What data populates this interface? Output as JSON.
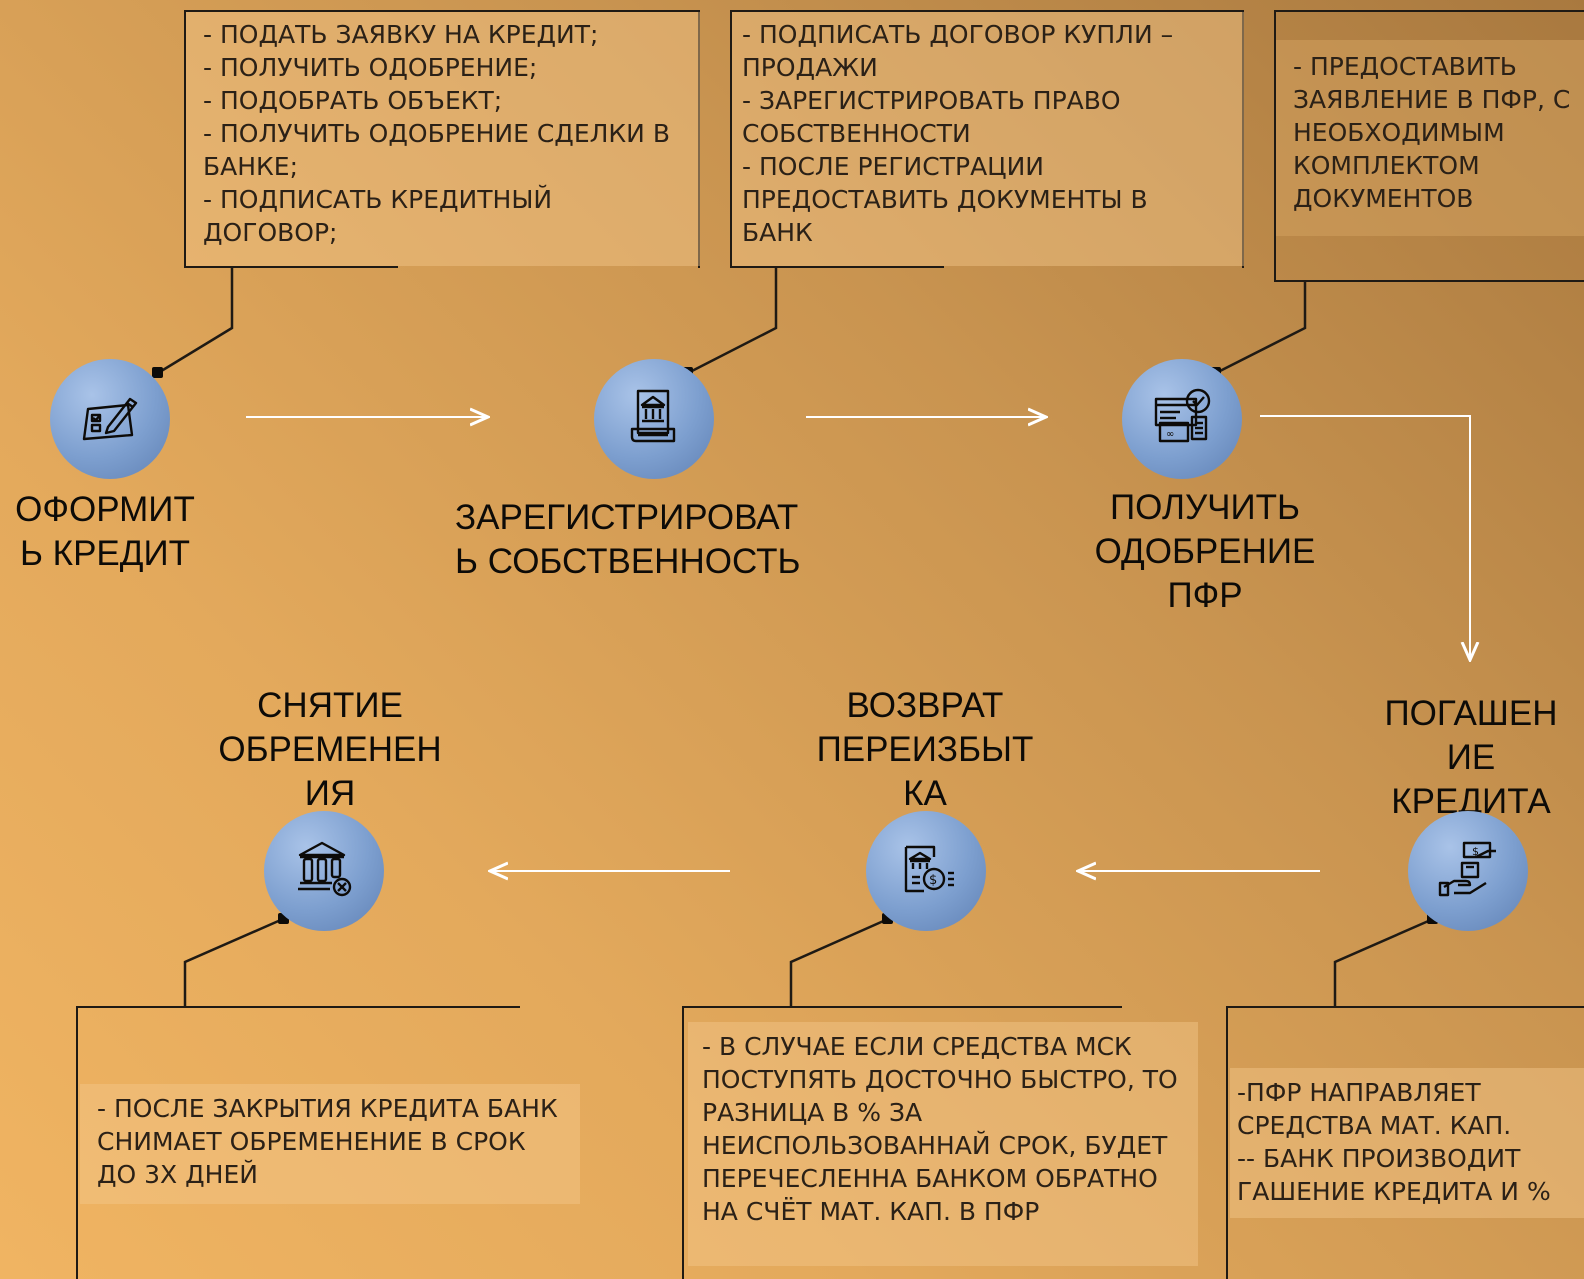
{
  "steps": [
    {
      "title": "ОФОРМИТ\nЬ КРЕДИТ",
      "icon": "application-form-icon",
      "note": "- ПОДАТЬ ЗАЯВКУ НА КРЕДИТ;\n- ПОЛУЧИТЬ ОДОБРЕНИЕ;\n- ПОДОБРАТЬ ОБЪЕКТ;\n- ПОЛУЧИТЬ ОДОБРЕНИЕ СДЕЛКИ В БАНКЕ;\n- ПОДПИСАТЬ КРЕДИТНЫЙ ДОГОВОР;"
    },
    {
      "title": "ЗАРЕГИСТРИРОВАТ\nЬ СОБСТВЕННОСТЬ",
      "icon": "bank-document-icon",
      "note": "- ПОДПИСАТЬ ДОГОВОР КУПЛИ – ПРОДАЖИ\n- ЗАРЕГИСТРИРОВАТЬ ПРАВО СОБСТВЕННОСТИ\n- ПОСЛЕ РЕГИСТРАЦИИ ПРЕДОСТАВИТЬ ДОКУМЕНТЫ В БАНК"
    },
    {
      "title": "ПОЛУЧИТЬ\nОДОБРЕНИЕ\nПФР",
      "icon": "approved-card-icon",
      "note": "- ПРЕДОСТАВИТЬ ЗАЯВЛЕНИЕ В ПФР, С НЕОБХОДИМЫМ КОМПЛЕКТОМ ДОКУМЕНТОВ"
    },
    {
      "title": "ПОГАШЕН\nИЕ\nКРЕДИТА",
      "icon": "money-payment-icon",
      "note": "-ПФР НАПРАВЛЯЕТ\n СРЕДСТВА МАТ. КАП.\n-- БАНК ПРОИЗВОДИТ\n ГАШЕНИЕ КРЕДИТА И %"
    },
    {
      "title": "ВОЗВРАТ\nПЕРЕИЗБЫТ\nКА",
      "icon": "money-return-icon",
      "note": "- В СЛУЧАЕ ЕСЛИ СРЕДСТВА МСК ПОСТУПЯТЬ ДОСТОЧНО БЫСТРО, ТО РАЗНИЦА В % ЗА НЕИСПОЛЬЗОВАННАЙ СРОК, БУДЕТ ПЕРЕЧЕСЛЕННА БАНКОМ ОБРАТНО НА СЧЁТ МАТ. КАП. В ПФР"
    },
    {
      "title": "СНЯТИЕ\nОБРЕМЕНЕН\nИЯ",
      "icon": "bank-cancel-icon",
      "note": "- ПОСЛЕ ЗАКРЫТИЯ КРЕДИТА БАНК СНИМАЕТ ОБРЕМЕНЕНИЕ В СРОК ДО 3Х ДНЕЙ"
    }
  ]
}
